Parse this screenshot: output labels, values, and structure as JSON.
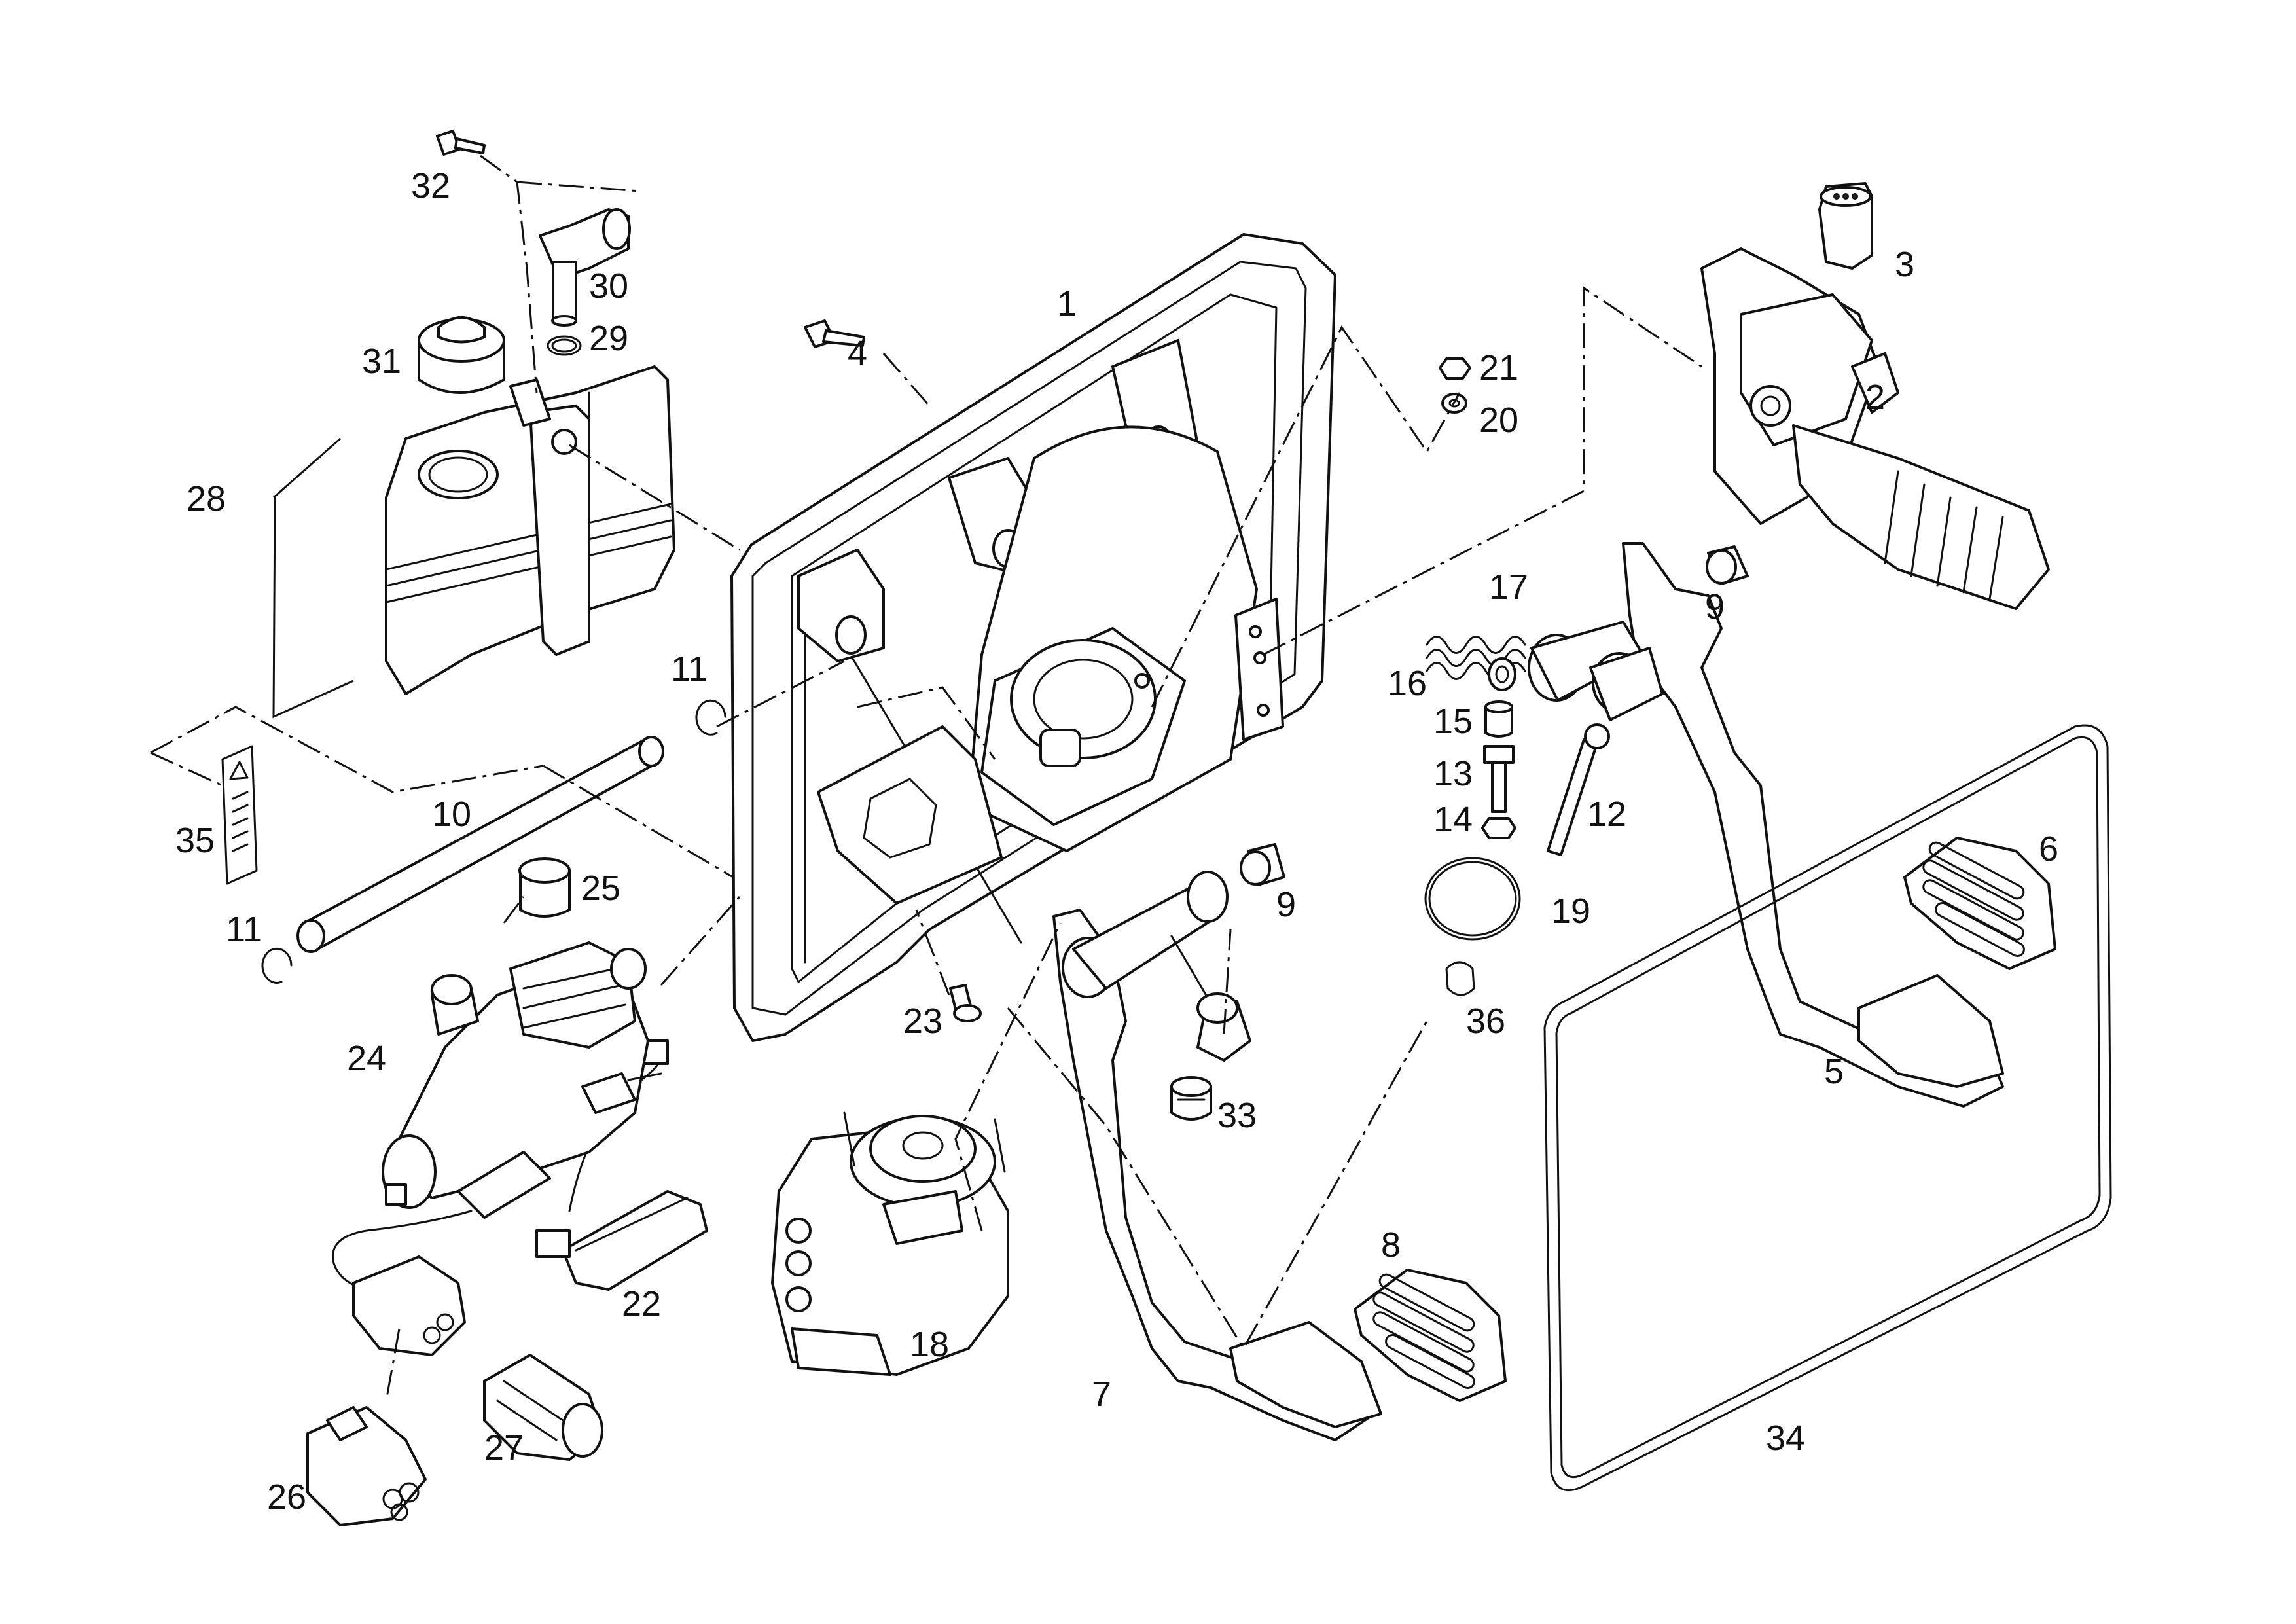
{
  "callouts": {
    "c1": "1",
    "c2": "2",
    "c3": "3",
    "c4": "4",
    "c5": "5",
    "c6": "6",
    "c7": "7",
    "c8": "8",
    "c9a": "9",
    "c9b": "9",
    "c10": "10",
    "c11a": "11",
    "c11b": "11",
    "c12": "12",
    "c13": "13",
    "c14": "14",
    "c15": "15",
    "c16": "16",
    "c17": "17",
    "c18": "18",
    "c19": "19",
    "c20": "20",
    "c21": "21",
    "c22": "22",
    "c23": "23",
    "c24": "24",
    "c25": "25",
    "c26": "26",
    "c27": "27",
    "c28": "28",
    "c29": "29",
    "c30": "30",
    "c31": "31",
    "c32": "32",
    "c33": "33",
    "c34": "34",
    "c35": "35",
    "c36": "36"
  },
  "icons": {
    "warning_label": "warning-triangle-icon"
  }
}
